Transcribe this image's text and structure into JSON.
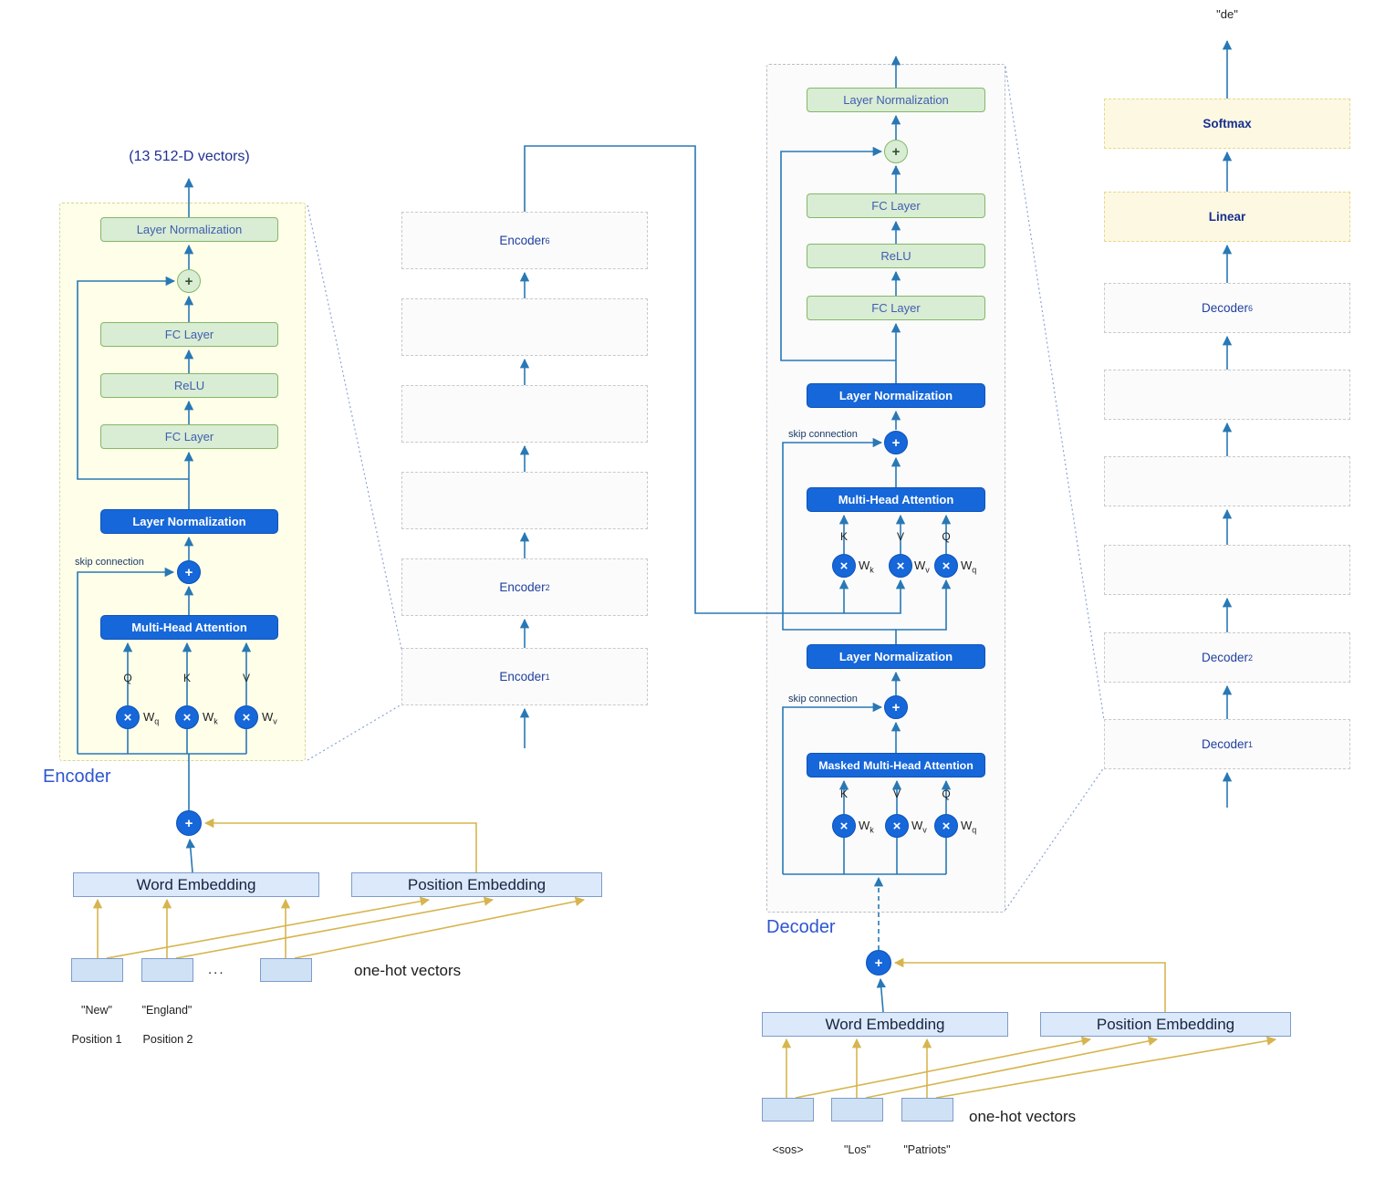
{
  "annotations": {
    "vectors_note": "(13 512-D vectors)",
    "encoder_title": "Encoder",
    "decoder_title": "Decoder",
    "skip_connection": "skip connection",
    "one_hot_vectors": "one-hot vectors",
    "ellipsis": "...",
    "output_token": "\"de\""
  },
  "blocks": {
    "layer_normalization": "Layer Normalization",
    "fc_layer": "FC Layer",
    "relu": "ReLU",
    "multi_head_attention": "Multi-Head Attention",
    "masked_multi_head_attention": "Masked Multi-Head Attention",
    "word_embedding": "Word Embedding",
    "position_embedding": "Position Embedding",
    "softmax": "Softmax",
    "linear": "Linear"
  },
  "operators": {
    "add": "+",
    "multiply": "×"
  },
  "qkv": {
    "q": "Q",
    "k": "K",
    "v": "V"
  },
  "weights": {
    "base": "W",
    "q": "q",
    "k": "k",
    "v": "v"
  },
  "encoder_stack": [
    {
      "label": "Encoder",
      "sub": "6"
    },
    {
      "label": "",
      "sub": ""
    },
    {
      "label": "",
      "sub": ""
    },
    {
      "label": "",
      "sub": ""
    },
    {
      "label": "Encoder",
      "sub": "2"
    },
    {
      "label": "Encoder",
      "sub": "1"
    }
  ],
  "decoder_stack": [
    {
      "label": "Decoder",
      "sub": "6"
    },
    {
      "label": "",
      "sub": ""
    },
    {
      "label": "",
      "sub": ""
    },
    {
      "label": "",
      "sub": ""
    },
    {
      "label": "Decoder",
      "sub": "2"
    },
    {
      "label": "Decoder",
      "sub": "1"
    }
  ],
  "encoder_inputs": {
    "token_1": "\"New\"",
    "token_2": "\"England\"",
    "position_1": "Position 1",
    "position_2": "Position 2"
  },
  "decoder_inputs": {
    "token_1": "<sos>",
    "token_2": "\"Los\"",
    "token_3": "\"Patriots\""
  },
  "colors": {
    "arrow_blue": "#2878b5",
    "arrow_gold": "#d6b54e",
    "block_blue": "#1667d9",
    "block_green_fill": "#d9ecd4",
    "block_green_border": "#84b868",
    "embed_fill": "#dbe9fb",
    "encoder_panel_fill": "#fefee9",
    "softmax_fill": "#fdf8e2",
    "title_blue": "#2f55cf"
  }
}
